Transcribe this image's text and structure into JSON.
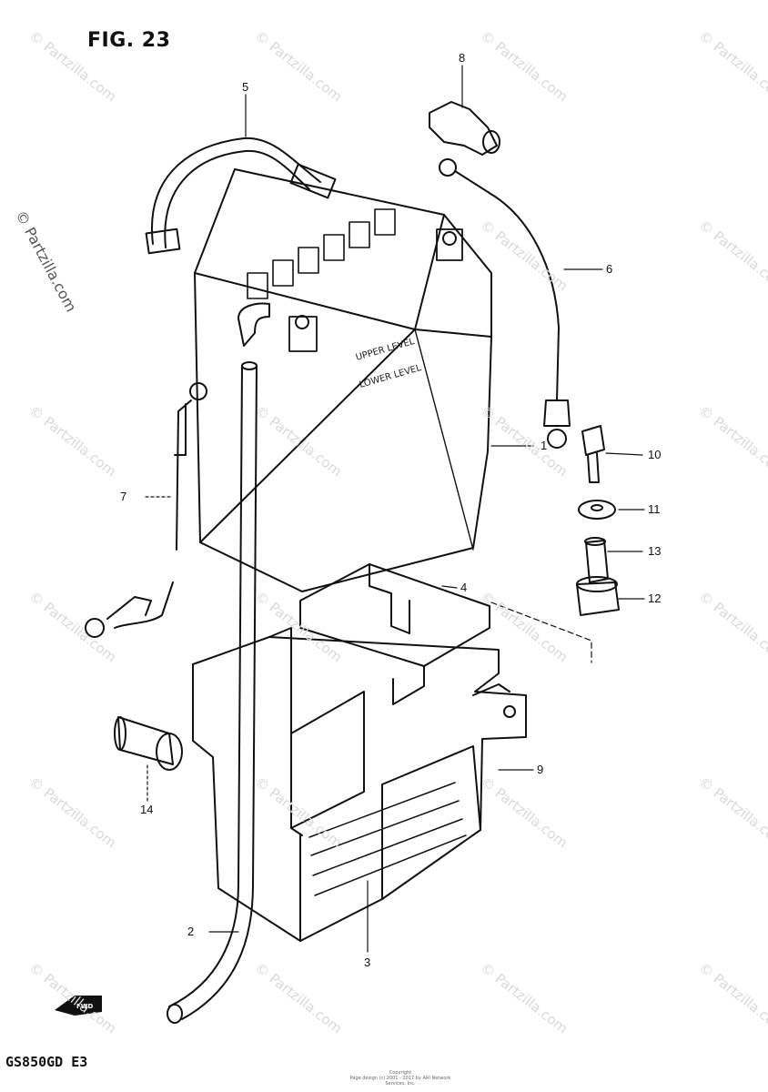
{
  "figure": {
    "title": "FIG. 23",
    "model_code": "GS850GD  E3"
  },
  "battery_labels": {
    "upper": "UPPER LEVEL",
    "lower": "LOWER LEVEL"
  },
  "direction_marker": "FWD",
  "callouts": [
    "1",
    "2",
    "3",
    "4",
    "5",
    "6",
    "7",
    "8",
    "9",
    "10",
    "11",
    "12",
    "13",
    "14"
  ],
  "watermark": {
    "text": "© Partzilla.com"
  },
  "copyright": {
    "line1": "Copyright",
    "line2": "Page design (c) 2001 - 2017 by ARI Network Services, Inc."
  }
}
